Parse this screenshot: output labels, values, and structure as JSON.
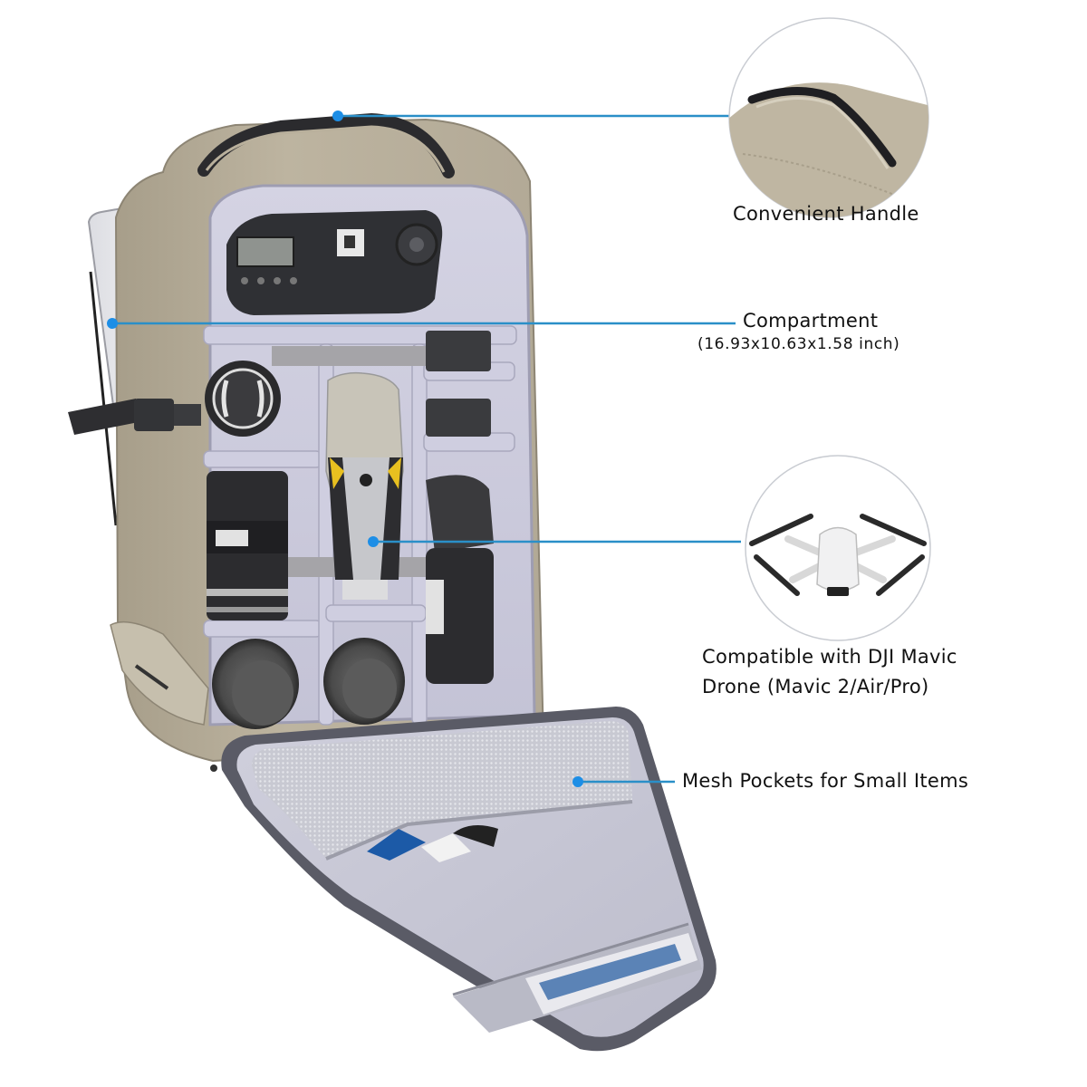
{
  "product": {
    "name": "Camera Backpack",
    "colors": {
      "shell": "#b9b09c",
      "shell_dark": "#a39a86",
      "lining": "#c9c8da",
      "lining_light": "#d7d6e6",
      "trim": "#55565f",
      "callout_line": "#2a8fc8",
      "callout_dot": "#1d8ee6",
      "text": "#111111"
    }
  },
  "callouts": [
    {
      "id": "handle",
      "label": "Convenient Handle",
      "inset": "handle-closeup"
    },
    {
      "id": "compartment",
      "label": "Compartment",
      "sublabel": "(16.93x10.63x1.58 inch)"
    },
    {
      "id": "drone",
      "label_line1": "Compatible with DJI Mavic",
      "label_line2": "Drone (Mavic 2/Air/Pro)",
      "inset": "drone-closeup"
    },
    {
      "id": "mesh",
      "label": "Mesh Pockets for Small Items"
    }
  ],
  "contents": [
    "dslr-camera",
    "lens-cap",
    "batteries",
    "drone",
    "zoom-lens",
    "flash",
    "lens",
    "lens",
    "mesh-pocket",
    "tablet-pocket"
  ]
}
